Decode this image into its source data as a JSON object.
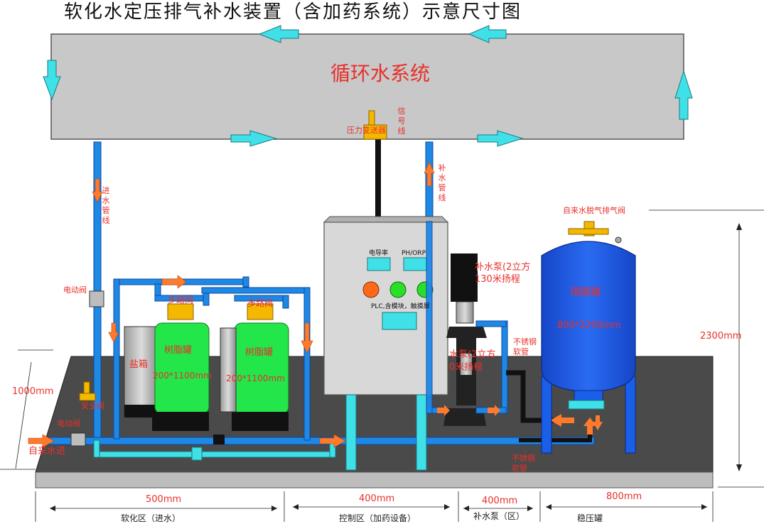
{
  "title": "软化水定压排气补水装置（含加药系统）示意尺寸图",
  "circulation_system": "循环水系统",
  "labels": {
    "pressure_transmitter": "压力变送器",
    "signal_line": "信号线",
    "inlet_pipe": "进水管线",
    "makeup_pipe": "补水管线",
    "degas_valve": "自来水脱气排气阀",
    "electric_valve_upper": "电动阀",
    "electric_valve_lower": "电动阀",
    "multiway_valve_1": "多路阀",
    "multiway_valve_2": "多路阀",
    "salt_tank": "盐箱",
    "resin_tank_1": "树脂罐",
    "resin_tank_2": "树脂罐",
    "resin_size_1": "200*1100mm",
    "resin_size_2": "200*1100mm",
    "safety_valve": "安全阀",
    "tap_water_inlet": "自来水进",
    "conductivity": "电导率",
    "ph_orp": "PH/ORP",
    "plc": "PLC,含模块，触摸屏",
    "pump_upper_1": "补水泵(2立方",
    "pump_upper_2": "130米扬程",
    "pump_lower_1": "水泵(2立方",
    "pump_lower_2": "0米扬程",
    "diaphragm_tank": "隔膜罐",
    "tank_size": "800*2200mm",
    "ss_hose_upper_1": "不锈钢",
    "ss_hose_upper_2": "软管",
    "ss_hose_lower_1": "不锈钢",
    "ss_hose_lower_2": "软管"
  },
  "dimensions": {
    "height_left": "1000mm",
    "height_right": "2300mm",
    "softening_width": "500mm",
    "control_width": "400mm",
    "pump_width": "400mm",
    "tank_width": "800mm"
  },
  "zones": {
    "softening": "软化区（进水）",
    "control": "控制区（加药设备）",
    "pump": "补水泵（区）",
    "tank": "稳压罐"
  },
  "colors": {
    "pipe_blue": "#1e88e5",
    "arrow_cyan": "#40e0e8",
    "resin_green": "#22e64a",
    "tank_blue": "#1a5fe8",
    "label_red": "#e8302a",
    "valve_yellow": "#f5b800"
  }
}
